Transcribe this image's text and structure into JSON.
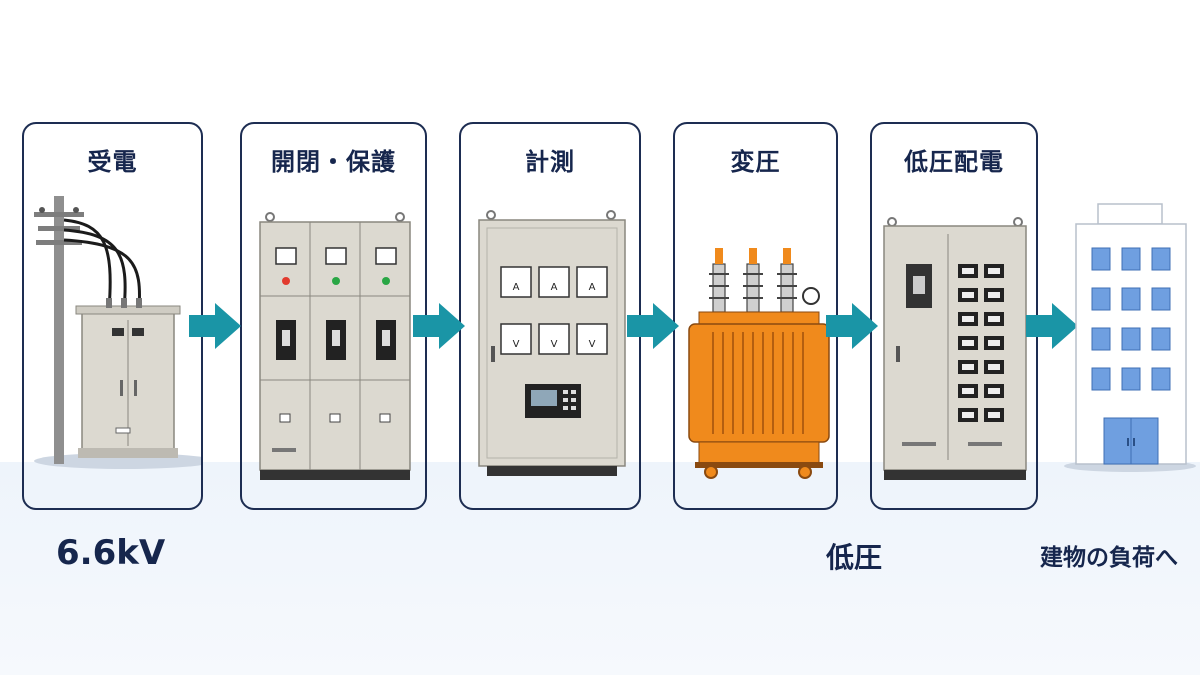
{
  "stages": [
    {
      "label": "受電"
    },
    {
      "label": "開閉・保護"
    },
    {
      "label": "計測"
    },
    {
      "label": "変圧"
    },
    {
      "label": "低圧配電"
    }
  ],
  "bottom_labels": {
    "voltage": "6.6kV",
    "low_voltage": "低圧",
    "destination": "建物の負荷へ"
  },
  "meters": {
    "ampere": "A",
    "volt": "V"
  },
  "colors": {
    "frame": "#1d2d52",
    "arrow": "#1a95a6",
    "transformer": "#f08a1c",
    "panel": "#dcd9d0"
  }
}
